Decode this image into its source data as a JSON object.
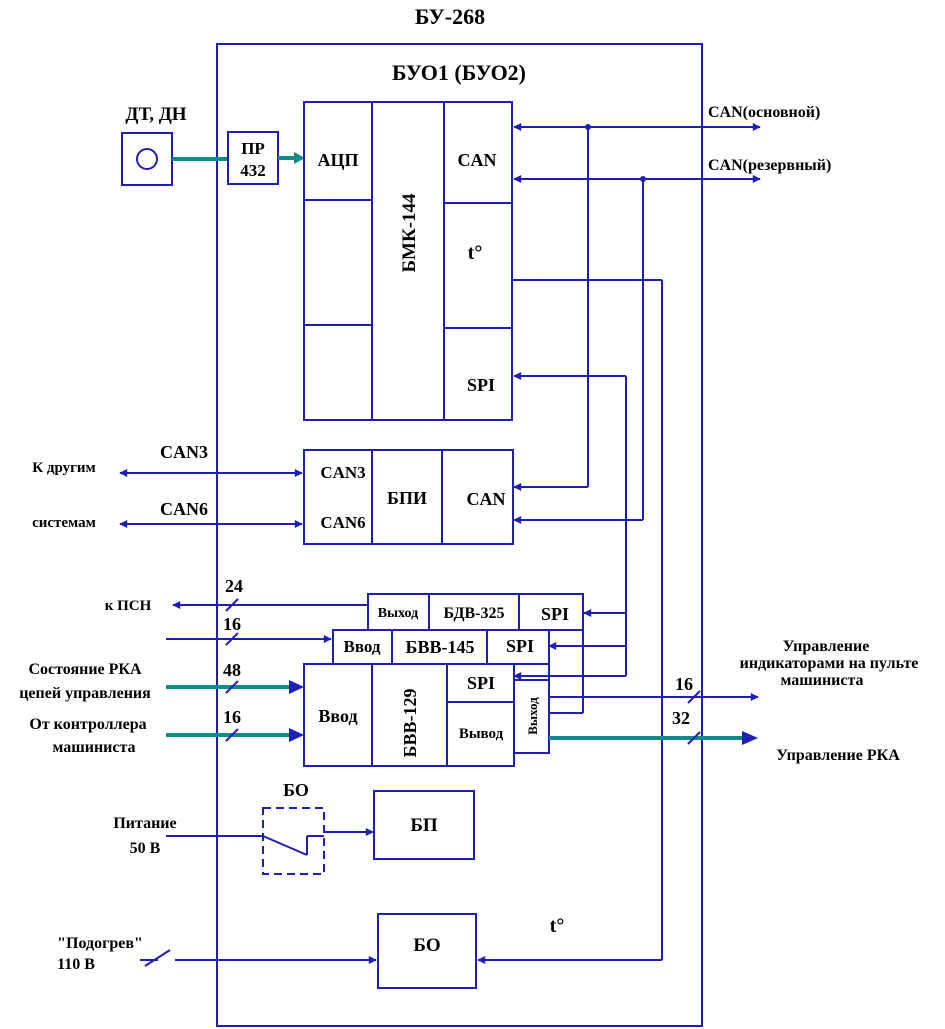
{
  "colors": {
    "lines": "#1f1fb4",
    "teal": "#138a8a",
    "text": "#000000"
  },
  "labels": {
    "title": "БУ-268",
    "subtitle": "БУО1 (БУО2)",
    "sensor": "ДТ, ДН",
    "pr1": "ПР",
    "pr2": "432",
    "adc": "АЦП",
    "bmk": "БМК-144",
    "can_top": "CAN",
    "temp_top": "t°",
    "spi_top": "SPI",
    "can_main": "CAN(основной)",
    "can_res": "CAN(резервный)",
    "can3_line": "CAN3",
    "can6_line": "CAN6",
    "to_others": "К другим",
    "systems": "системам",
    "bpi_can3": "CAN3",
    "bpi_can6": "CAN6",
    "bpi": "БПИ",
    "bpi_can": "CAN",
    "to_psn": "к ПСН",
    "n24": "24",
    "n16a": "16",
    "n48": "48",
    "n16b": "16",
    "bdv_out": "Выход",
    "bdv": "БДВ-325",
    "bdv_spi": "SPI",
    "bvv145_in": "Ввод",
    "bvv145": "БВВ-145",
    "bvv145_spi": "SPI",
    "state_rka": "Состояние РКА",
    "ctrl_circ": "цепей управления",
    "from_ctrl": "От контроллера",
    "driver": "машиниста",
    "bvv129_in": "Ввод",
    "bvv129": "БВВ-129",
    "bvv129_spi": "SPI",
    "bvv129_out": "Вывод",
    "bvv145_out": "Выход",
    "ind1": "Управление",
    "ind2": "индикаторами на пульте",
    "ind3": "машиниста",
    "n16c": "16",
    "n32": "32",
    "rka_ctrl": "Управление РКА",
    "bo_dash": "БО",
    "bp": "БП",
    "power1": "Питание",
    "power2": "50 В",
    "heat1": "\"Подогрев\"",
    "heat2": "110 В",
    "bo": "БО",
    "temp_bottom": "t°"
  }
}
